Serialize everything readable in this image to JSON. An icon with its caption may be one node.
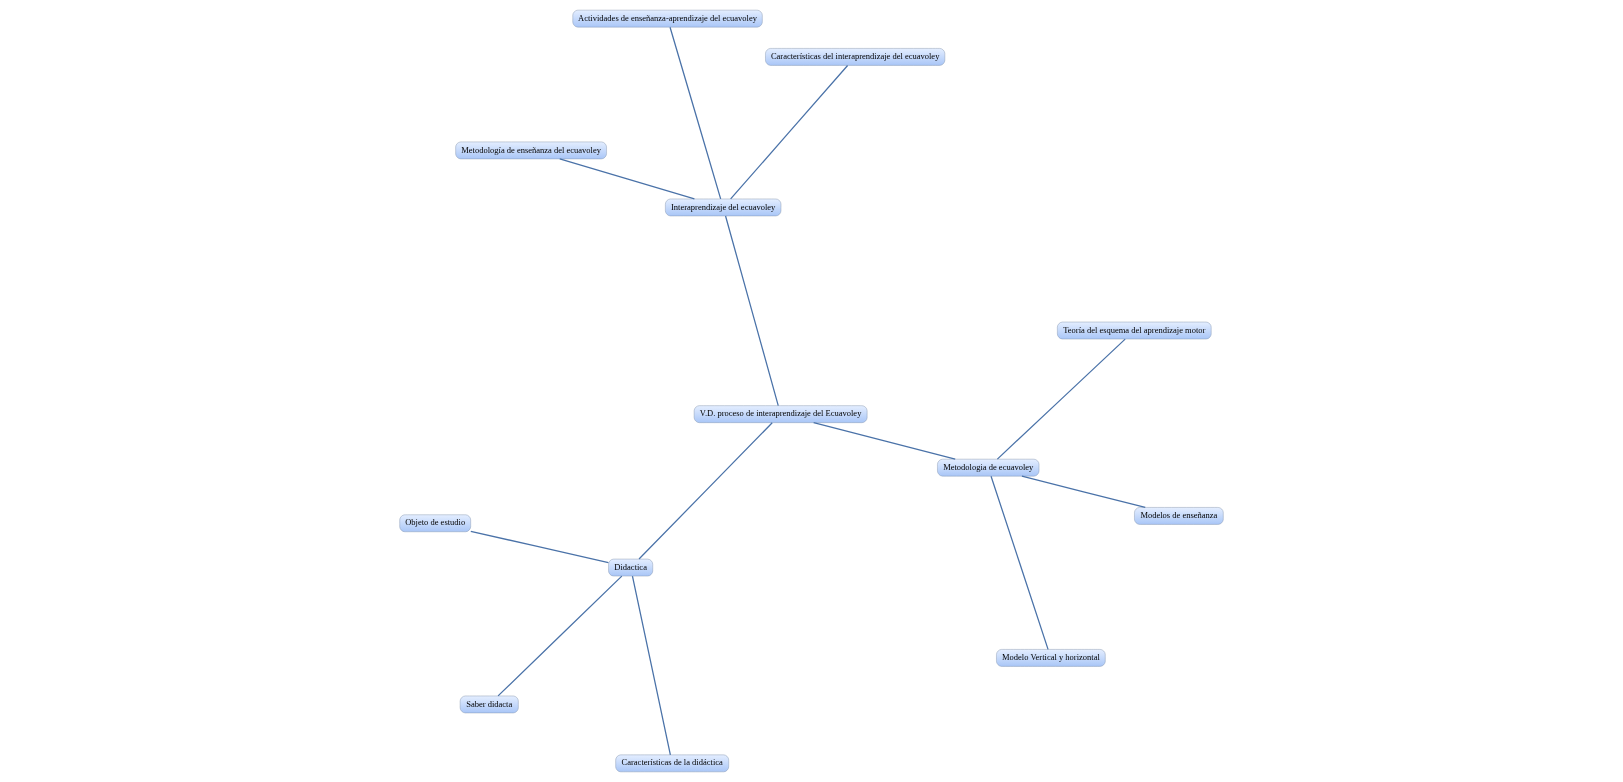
{
  "diagram": {
    "nodes": [
      {
        "text": [
          "Características de la didáctica"
        ]
      },
      {
        "text": [
          "Objeto de estudio"
        ]
      },
      {
        "text": [
          "Didactica"
        ]
      },
      {
        "text": [
          "Saber didacta"
        ]
      },
      {
        "text": [
          "Teoría del esquema del aprendizaje motor"
        ]
      },
      {
        "text": [
          "Características del interaprendizaje del ecuavoley"
        ]
      },
      {
        "text": [
          "V.D. proceso de interaprendizaje del Ecuavoley"
        ]
      },
      {
        "text": [
          "Modelo Vertical y horizontal"
        ]
      },
      {
        "text": [
          "Metodología de enseñanza del ecuavoley"
        ]
      },
      {
        "text": [
          "Interaprendizaje del ecuavoley"
        ]
      },
      {
        "text": [
          "Metodologia de ecuavoley"
        ]
      },
      {
        "text": [
          "Actividades de enseñanza-aprendizaje del ecuavoley"
        ]
      },
      {
        "text": [
          "Modelos de enseñanza"
        ]
      }
    ],
    "edges": [
      {
        "from": 2,
        "to": 0,
        "arrow": "none"
      },
      {
        "from": 2,
        "to": 1,
        "arrow": "none"
      },
      {
        "from": 2,
        "to": 3,
        "arrow": "none"
      },
      {
        "from": 2,
        "to": 6,
        "arrow": "none"
      },
      {
        "from": 6,
        "to": 9,
        "arrow": "none"
      },
      {
        "from": 6,
        "to": 10,
        "arrow": "none"
      },
      {
        "from": 9,
        "to": 5,
        "arrow": "none"
      },
      {
        "from": 9,
        "to": 8,
        "arrow": "none"
      },
      {
        "from": 9,
        "to": 11,
        "arrow": "none"
      },
      {
        "from": 10,
        "to": 4,
        "arrow": "none"
      },
      {
        "from": 10,
        "to": 7,
        "arrow": "none"
      },
      {
        "from": 10,
        "to": 12,
        "arrow": "none"
      }
    ]
  }
}
